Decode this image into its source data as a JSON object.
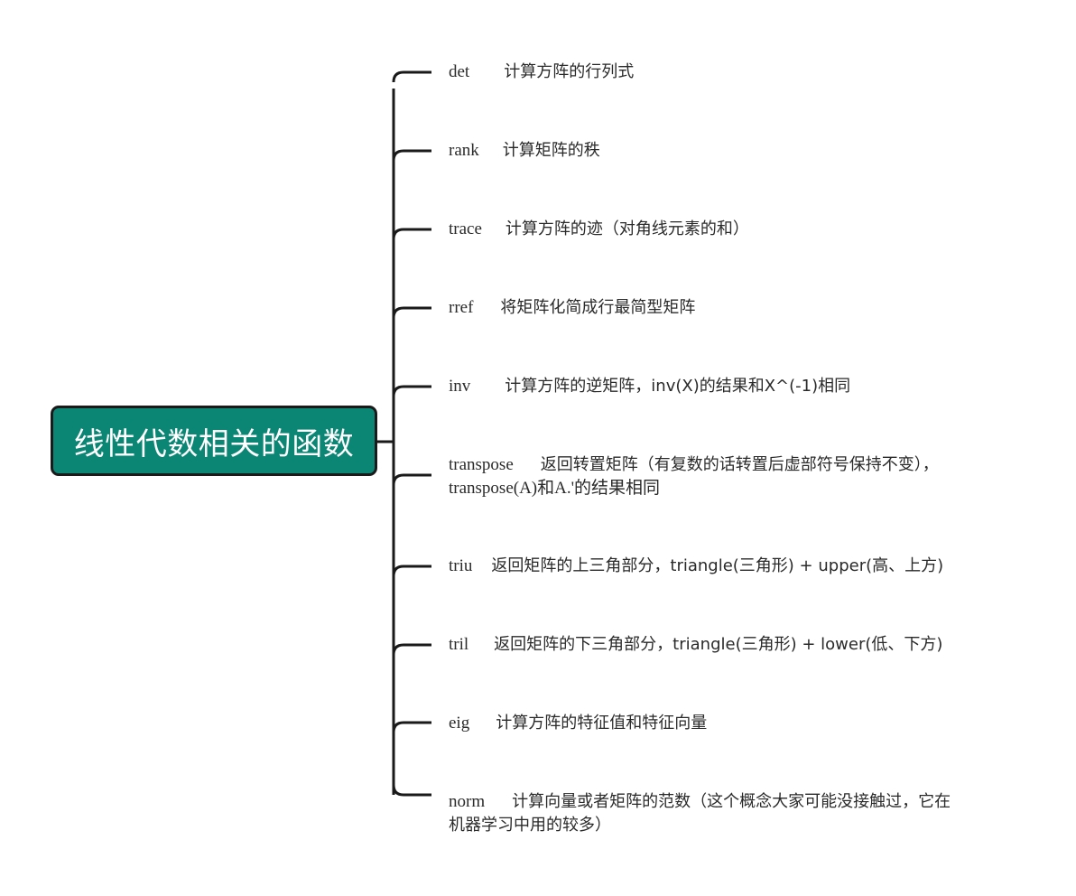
{
  "diagram": {
    "root": {
      "label": "线性代数相关的函数",
      "color": "#0b8574"
    },
    "branches": [
      {
        "fn": "det",
        "desc": "计算方阵的行列式"
      },
      {
        "fn": "rank",
        "desc": "计算矩阵的秩"
      },
      {
        "fn": "trace",
        "desc": "计算方阵的迹（对角线元素的和）"
      },
      {
        "fn": "rref",
        "desc": "将矩阵化简成行最简型矩阵"
      },
      {
        "fn": "inv",
        "desc": "计算方阵的逆矩阵，inv(X)的结果和X^(-1)相同"
      },
      {
        "fn": "transpose",
        "desc": "返回转置矩阵（有复数的话转置后虚部符号保持不变），",
        "desc_line2": "transpose(A)和A.'的结果相同"
      },
      {
        "fn": "triu",
        "desc": "返回矩阵的上三角部分，triangle(三角形) + upper(高、上方)"
      },
      {
        "fn": "tril",
        "desc": "返回矩阵的下三角部分，triangle(三角形) + lower(低、下方)"
      },
      {
        "fn": "eig",
        "desc": "计算方阵的特征值和特征向量"
      },
      {
        "fn": "norm",
        "desc": "计算向量或者矩阵的范数（这个概念大家可能没接触过，它在",
        "desc_line2": "机器学习中用的较多）"
      }
    ]
  }
}
